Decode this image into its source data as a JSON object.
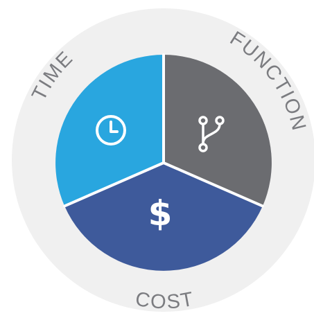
{
  "diagram": {
    "segments": [
      {
        "key": "time",
        "label": "TIME",
        "color": "#29a6df",
        "icon": "clock-icon"
      },
      {
        "key": "function",
        "label": "FUNCTION",
        "color": "#6b6c70",
        "icon": "branch-icon"
      },
      {
        "key": "cost",
        "label": "COST",
        "color": "#3e5a9b",
        "icon": "dollar-icon",
        "symbol": "$"
      }
    ],
    "ring_color": "#f0f0f0",
    "label_color": "#7b7c80"
  }
}
